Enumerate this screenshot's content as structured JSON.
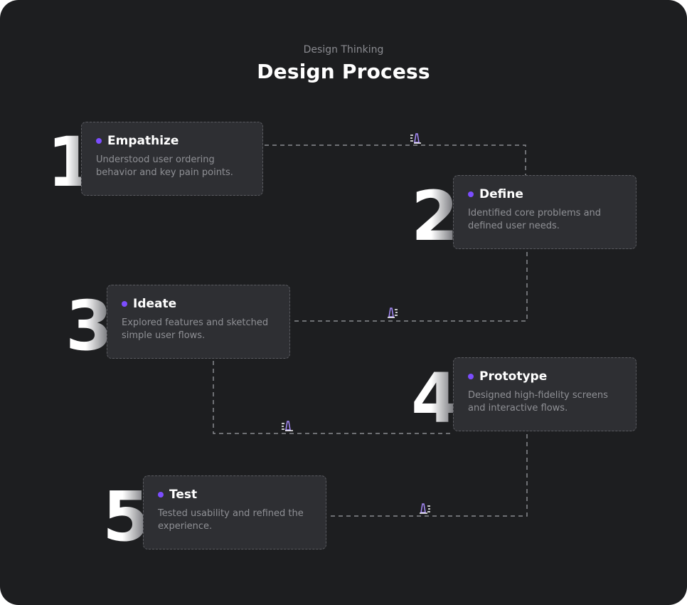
{
  "header": {
    "eyebrow": "Design Thinking",
    "title": "Design Process"
  },
  "steps": [
    {
      "number": "1",
      "title": "Empathize",
      "description": "Understood user ordering behavior and key pain points."
    },
    {
      "number": "2",
      "title": "Define",
      "description": "Identified core problems and defined user needs."
    },
    {
      "number": "3",
      "title": "Ideate",
      "description": "Explored features and sketched simple user flows."
    },
    {
      "number": "4",
      "title": "Prototype",
      "description": "Designed high-fidelity screens and interactive flows."
    },
    {
      "number": "5",
      "title": "Test",
      "description": "Tested usability and refined the experience."
    }
  ],
  "colors": {
    "background": "#1d1e20",
    "card": "#2e2f33",
    "accent": "#7c4dff",
    "connector": "#8a8b90"
  },
  "icons": {
    "connector_marker": "runner-glyph-icon",
    "step_bullet": "dot-icon"
  }
}
